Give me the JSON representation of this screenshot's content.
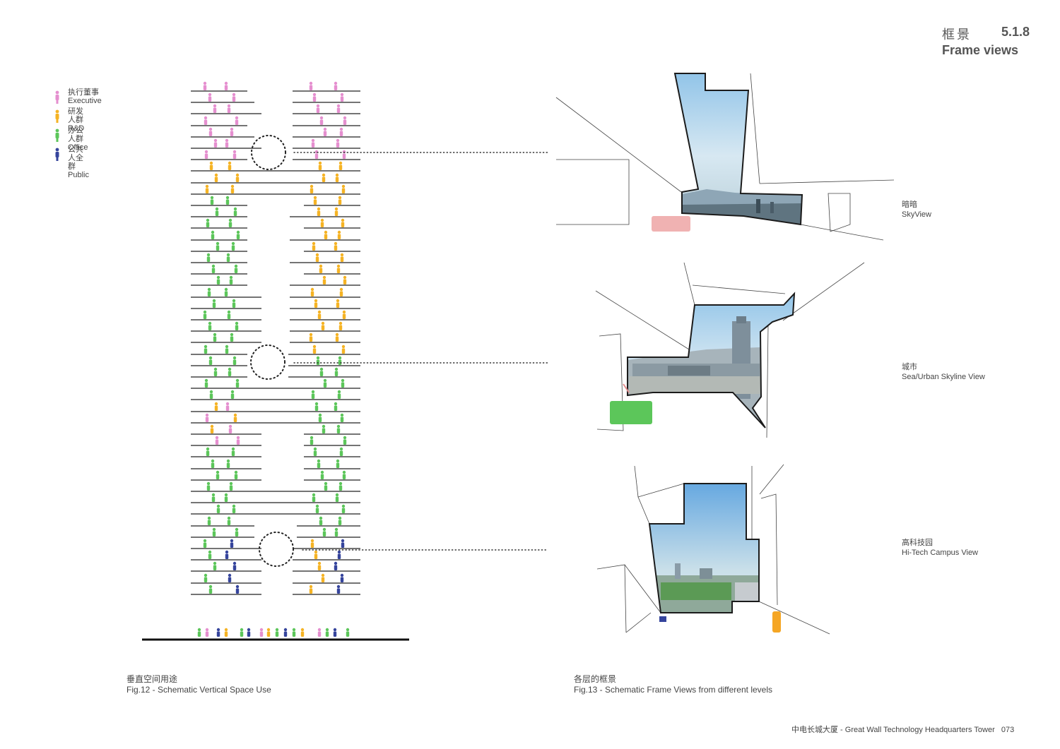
{
  "header": {
    "title_cn": "框景",
    "section": "5.1.8",
    "title_en": "Frame views"
  },
  "legend": [
    {
      "cn": "执行董事",
      "en": "Executive",
      "color": "#e58fcf"
    },
    {
      "cn": "研发人群",
      "en": "R&D",
      "color": "#f5b324"
    },
    {
      "cn": "办公人群",
      "en": "Office",
      "color": "#5cc65a"
    },
    {
      "cn": "公共人全群",
      "en": "Public",
      "color": "#35449c"
    }
  ],
  "views": [
    {
      "cn": "暗暗",
      "en": "SkyView"
    },
    {
      "cn": "城市",
      "en": "Sea/Urban Skyline View"
    },
    {
      "cn": "高科技园",
      "en": "Hi-Tech Campus View"
    }
  ],
  "captions": {
    "left_cn": "垂直空间用途",
    "left_en": "Fig.12 - Schematic Vertical Space Use",
    "right_cn": "各层的框景",
    "right_en": "Fig.13 - Schematic Frame Views from different levels"
  },
  "footer": {
    "cn": "中电长城大厦",
    "en": " - Great Wall Technology Headquarters Tower",
    "page": "073"
  }
}
